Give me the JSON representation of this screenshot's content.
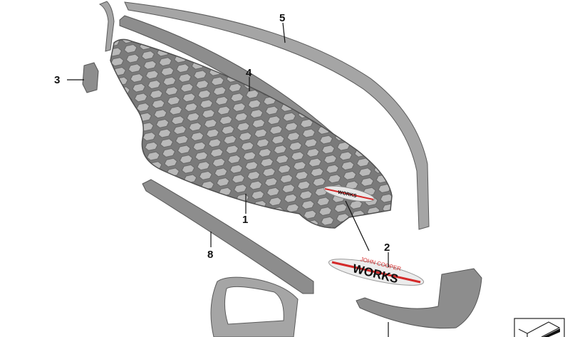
{
  "diagram": {
    "callouts": [
      {
        "id": "1",
        "label": "1"
      },
      {
        "id": "2",
        "label": "2"
      },
      {
        "id": "3",
        "label": "3"
      },
      {
        "id": "4",
        "label": "4"
      },
      {
        "id": "5",
        "label": "5"
      },
      {
        "id": "8",
        "label": "8"
      }
    ],
    "badge": {
      "line1": "JOHN COOPER",
      "line2": "WORKS"
    },
    "colors": {
      "part": "#8d8d8d",
      "badge_red": "#d42a2a",
      "line": "#111111"
    }
  }
}
